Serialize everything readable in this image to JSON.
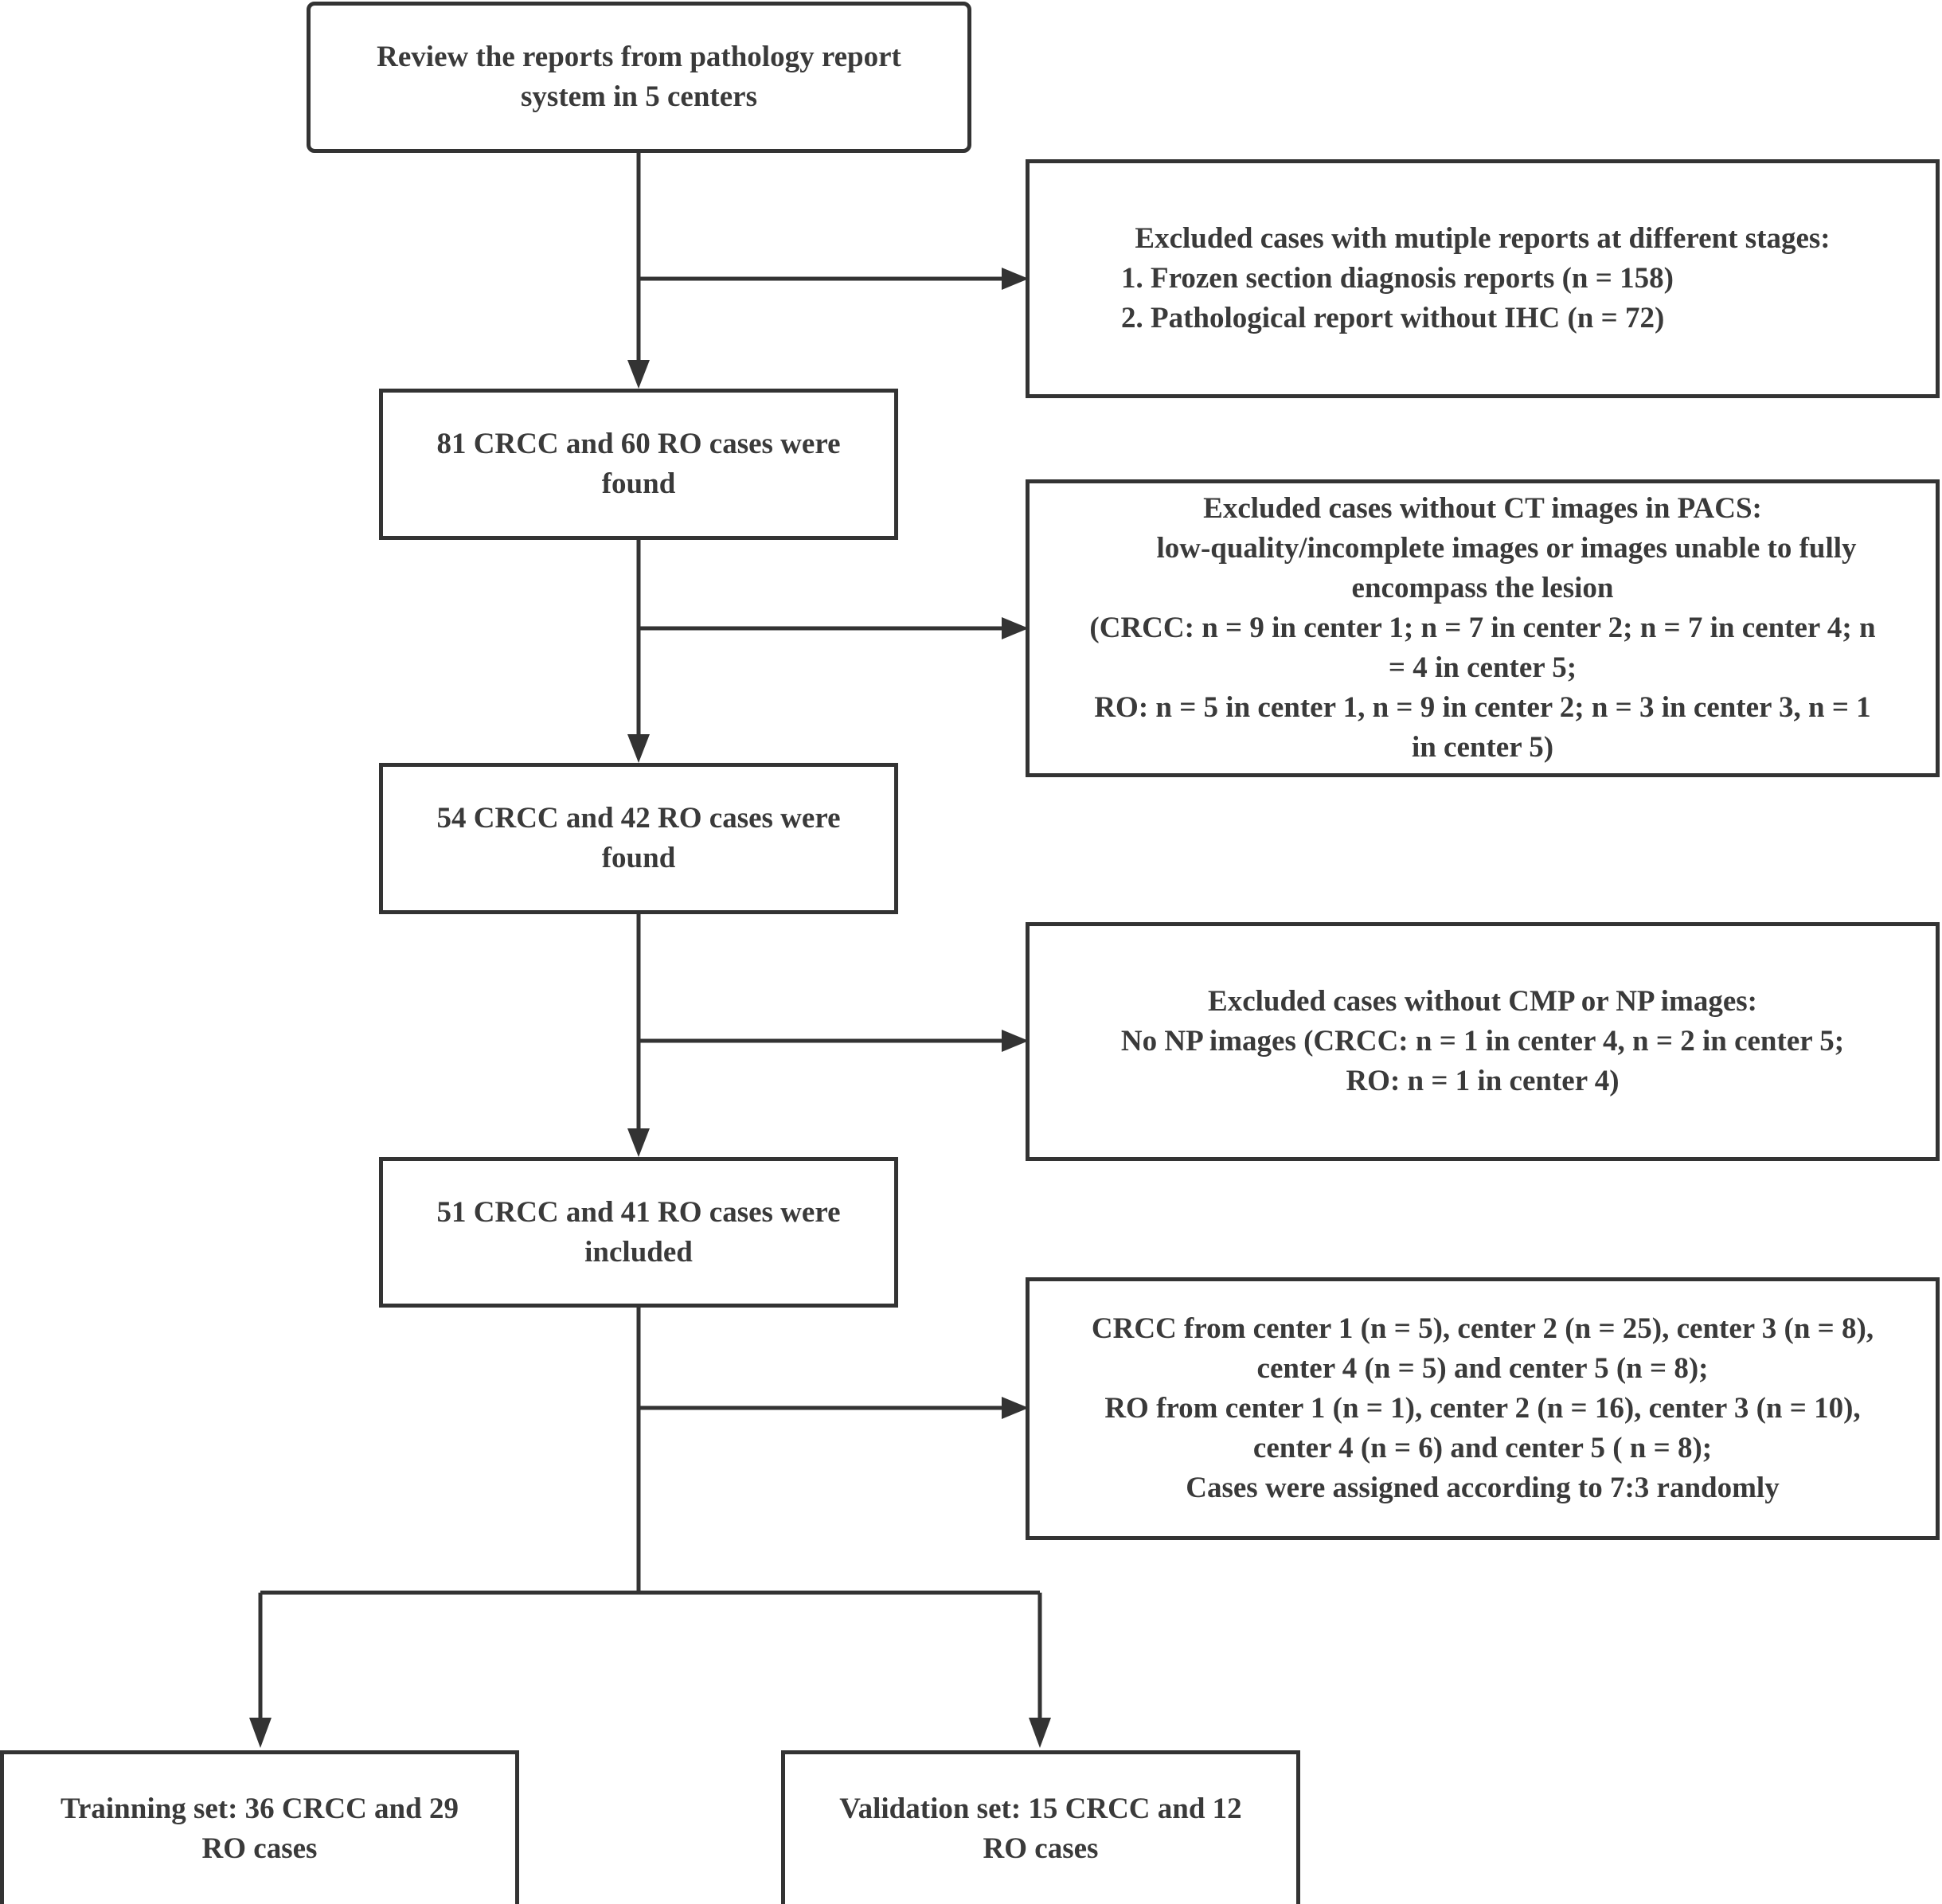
{
  "flow": {
    "start": {
      "lines": [
        "Review the reports from pathology report",
        "system in 5 centers"
      ]
    },
    "exclusion_1": {
      "lines": [
        "Excluded cases with mutiple reports at different stages:",
        "1. Frozen section diagnosis reports (n = 158)",
        "2. Pathological report without IHC (n = 72)"
      ]
    },
    "step_1": {
      "lines": [
        "81 CRCC and 60 RO cases were",
        "found"
      ]
    },
    "exclusion_2": {
      "lines": [
        "Excluded cases without CT images in PACS:",
        "low-quality/incomplete images  or images unable to fully",
        "encompass the lesion",
        "(CRCC: n = 9 in center 1; n = 7 in center 2; n = 7 in center 4; n",
        "= 4 in center 5;",
        "RO: n = 5 in center 1, n = 9 in center 2; n = 3 in center 3, n = 1",
        "in center 5)"
      ]
    },
    "step_2": {
      "lines": [
        "54 CRCC and 42 RO cases were",
        "found"
      ]
    },
    "exclusion_3": {
      "lines": [
        "Excluded cases without CMP or NP images:",
        "No NP images (CRCC: n = 1 in center 4, n = 2 in center 5;",
        "RO: n = 1 in center 4)"
      ]
    },
    "step_3": {
      "lines": [
        "51 CRCC and 41 RO cases were",
        "included"
      ]
    },
    "assignment": {
      "lines": [
        "CRCC from center 1 (n = 5), center 2 (n = 25), center 3 (n = 8),",
        "center 4 (n = 5) and center 5 (n = 8);",
        "RO from center 1 (n = 1), center 2 (n = 16), center 3 (n = 10),",
        "center 4 (n = 6) and center 5 ( n = 8);",
        "Cases were assigned according to 7:3 randomly"
      ]
    },
    "training": {
      "lines": [
        "Trainning set: 36 CRCC and 29",
        "RO cases"
      ]
    },
    "validation": {
      "lines": [
        "Validation set: 15 CRCC and 12",
        "RO cases"
      ]
    }
  },
  "colors": {
    "line": "#333333",
    "text": "#3a3a3a",
    "background": "#ffffff"
  }
}
